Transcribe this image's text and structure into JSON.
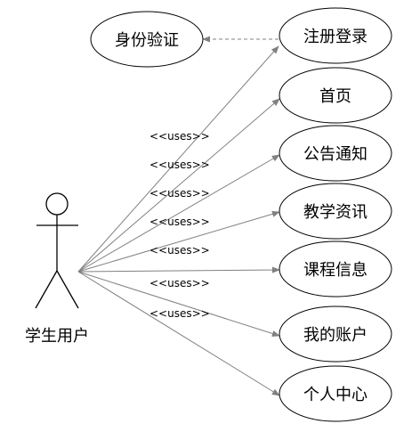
{
  "actor": {
    "label": "学生用户"
  },
  "usecases": {
    "identity": "身份验证",
    "register": "注册登录",
    "home": "首页",
    "notice": "公告通知",
    "teaching": "教学资讯",
    "course": "课程信息",
    "account": "我的账户",
    "personal": "个人中心"
  },
  "stereotype": "<<uses>>"
}
